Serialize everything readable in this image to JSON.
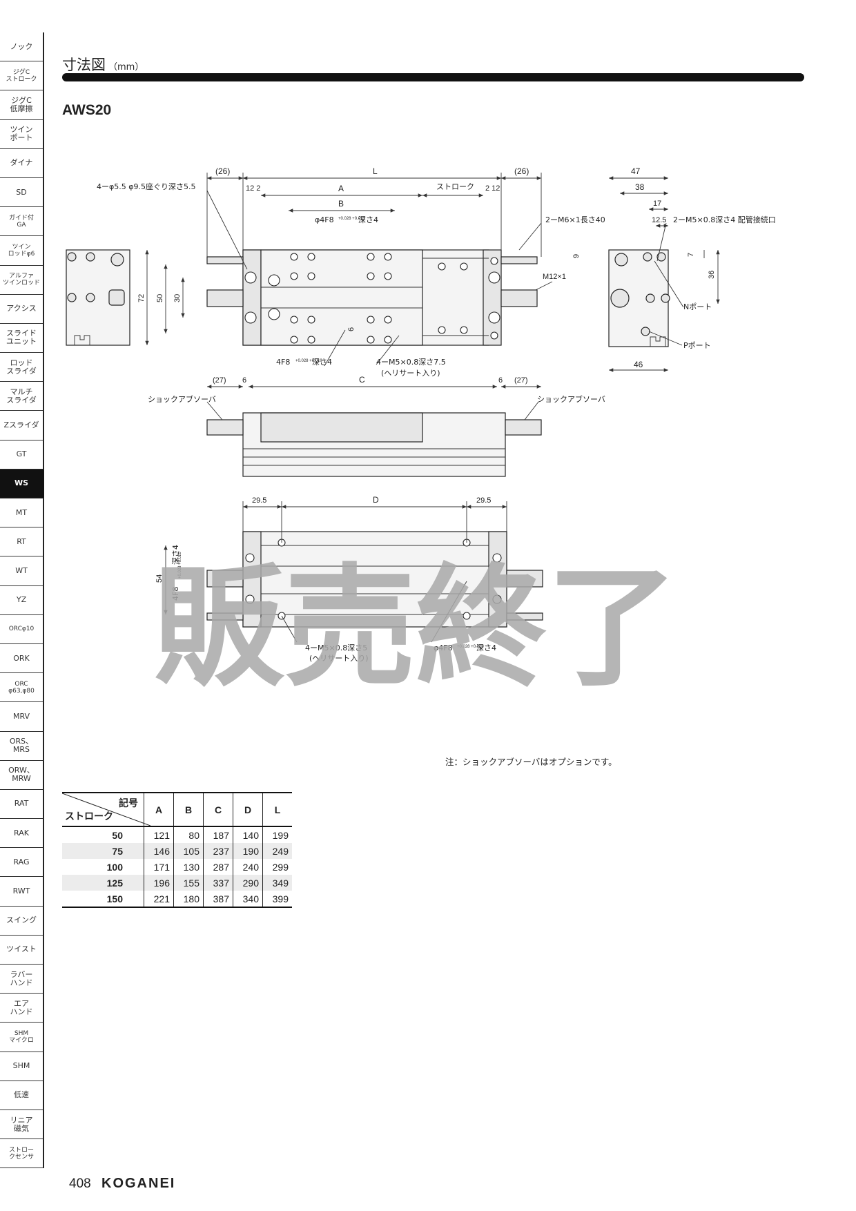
{
  "sidebar": {
    "items": [
      {
        "label": "ノック"
      },
      {
        "label": "ジグC\nストローク",
        "small": true
      },
      {
        "label": "ジグC\n低摩擦"
      },
      {
        "label": "ツイン\nポート"
      },
      {
        "label": "ダイナ"
      },
      {
        "label": "SD"
      },
      {
        "label": "ガイド付\nGA",
        "small": true
      },
      {
        "label": "ツイン\nロッドφ6",
        "small": true
      },
      {
        "label": "アルファ\nツインロッド",
        "small": true
      },
      {
        "label": "アクシス"
      },
      {
        "label": "スライド\nユニット"
      },
      {
        "label": "ロッド\nスライダ"
      },
      {
        "label": "マルチ\nスライダ"
      },
      {
        "label": "Zスライダ"
      },
      {
        "label": "GT"
      },
      {
        "label": "WS",
        "active": true
      },
      {
        "label": "MT"
      },
      {
        "label": "RT"
      },
      {
        "label": "WT"
      },
      {
        "label": "YZ"
      },
      {
        "label": "ORCφ10",
        "small": true
      },
      {
        "label": "ORK"
      },
      {
        "label": "ORC\nφ63,φ80",
        "small": true
      },
      {
        "label": "MRV"
      },
      {
        "label": "ORS、\nMRS"
      },
      {
        "label": "ORW、\nMRW"
      },
      {
        "label": "RAT"
      },
      {
        "label": "RAK"
      },
      {
        "label": "RAG"
      },
      {
        "label": "RWT"
      },
      {
        "label": "スイング"
      },
      {
        "label": "ツイスト"
      },
      {
        "label": "ラバー\nハンド"
      },
      {
        "label": "エア\nハンド"
      },
      {
        "label": "SHM\nマイクロ",
        "small": true
      },
      {
        "label": "SHM"
      },
      {
        "label": "低速"
      },
      {
        "label": "リニア\n磁気"
      },
      {
        "label": "ストロー\nクセンサ",
        "small": true
      }
    ]
  },
  "header": {
    "title": "寸法図",
    "unit": "（mm）",
    "model": "AWS20"
  },
  "drawing": {
    "labels": {
      "dim_26_left": "(26)",
      "dim_L": "L",
      "dim_26_right": "(26)",
      "dim_12_2_left": "12 2",
      "dim_A": "A",
      "dim_stroke": "ストローク",
      "dim_2_12_right": "2 12",
      "dim_B": "B",
      "hole_4phi55": "4ーφ5.5 φ9.5座ぐり深さ5.5",
      "phi4f8_top": "φ4F8",
      "phi4f8_tol_top": "+0.028 +0.010",
      "phi4f8_depth_top": "深さ4",
      "m6": "2ーM6×1長さ40",
      "m12": "M12×1",
      "dim_72": "72",
      "dim_50": "50",
      "dim_30": "30",
      "dim_6v": "6",
      "f8_4": "4F8",
      "f8_4_tol": "+0.028 +0.010",
      "f8_4_depth": "深さ4",
      "m5_75": "4ーM5×0.8深さ7.5",
      "helisert": "(ヘリサート入り)",
      "dim_27_left": "(27)",
      "dim_6_left": "6",
      "dim_C": "C",
      "dim_6_right": "6",
      "dim_27_right": "(27)",
      "dim_47": "47",
      "dim_38": "38",
      "dim_17": "17",
      "dim_12_5": "12.5",
      "m5_port": "2ーM5×0.8深さ4 配管接続口",
      "dim_7": "7",
      "dim_9": "9",
      "dim_36": "36",
      "n_port": "Nポート",
      "p_port": "Pポート",
      "dim_46": "46",
      "shock_left": "ショックアブソーバ",
      "shock_right": "ショックアブソーバ",
      "dim_29_5_left": "29.5",
      "dim_D": "D",
      "dim_29_5_right": "29.5",
      "dim_54": "54",
      "f8_side": "4F8",
      "f8_side_tol": "+0.028 +0.010",
      "f8_side_depth": "深さ4",
      "m5_5": "4ーM5×0.8深さ5",
      "helisert2": "(ヘリサート入り)",
      "phi4f8_bottom": "φ4F8",
      "phi4f8_tol_bottom": "+0.028 +0.010",
      "phi4f8_depth_bottom": "深さ4"
    },
    "watermark": "販売終了"
  },
  "note": "注：ショックアブソーバはオプションです。",
  "table": {
    "corner_symbol": "記号",
    "corner_stroke": "ストローク",
    "columns": [
      "A",
      "B",
      "C",
      "D",
      "L"
    ],
    "rows": [
      {
        "stroke": "50",
        "values": [
          "121",
          "80",
          "187",
          "140",
          "199"
        ]
      },
      {
        "stroke": "75",
        "values": [
          "146",
          "105",
          "237",
          "190",
          "249"
        ]
      },
      {
        "stroke": "100",
        "values": [
          "171",
          "130",
          "287",
          "240",
          "299"
        ]
      },
      {
        "stroke": "125",
        "values": [
          "196",
          "155",
          "337",
          "290",
          "349"
        ]
      },
      {
        "stroke": "150",
        "values": [
          "221",
          "180",
          "387",
          "340",
          "399"
        ]
      }
    ]
  },
  "footer": {
    "page_number": "408",
    "brand": "KOGANEI"
  }
}
